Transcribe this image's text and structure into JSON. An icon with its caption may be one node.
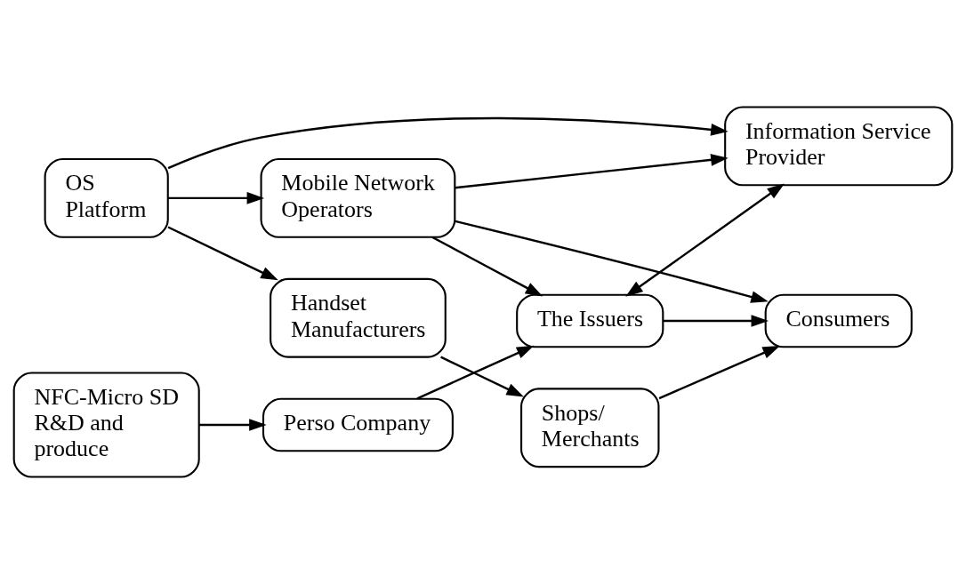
{
  "diagram": {
    "nodes": [
      {
        "text": [
          "NFC-Micro SD R&D and produce"
        ]
      },
      {
        "text": [
          "Perso Company"
        ]
      },
      {
        "text": [
          "The Issuers"
        ]
      },
      {
        "text": [
          "Consumers"
        ]
      },
      {
        "text": [
          "Information Service Provider"
        ]
      },
      {
        "text": [
          "Mobile Network Operators"
        ]
      },
      {
        "text": [
          "OS Platform"
        ]
      },
      {
        "text": [
          "Handset Manufacturers"
        ]
      },
      {
        "text": [
          "Shops/ Merchants"
        ]
      }
    ],
    "edges": [
      {
        "from": 0,
        "to": 1,
        "arrow": "to"
      },
      {
        "from": 1,
        "to": 2,
        "arrow": "to"
      },
      {
        "from": 2,
        "to": 3,
        "arrow": "to"
      },
      {
        "from": 2,
        "to": 4,
        "arrow": "both"
      },
      {
        "from": 5,
        "to": 4,
        "arrow": "to"
      },
      {
        "from": 5,
        "to": 2,
        "arrow": "to"
      },
      {
        "from": 5,
        "to": 3,
        "arrow": "to"
      },
      {
        "from": 6,
        "to": 4,
        "arrow": "to"
      },
      {
        "from": 6,
        "to": 5,
        "arrow": "to"
      },
      {
        "from": 6,
        "to": 7,
        "arrow": "to"
      },
      {
        "from": 7,
        "to": 8,
        "arrow": "to"
      },
      {
        "from": 8,
        "to": 3,
        "arrow": "to"
      }
    ]
  }
}
